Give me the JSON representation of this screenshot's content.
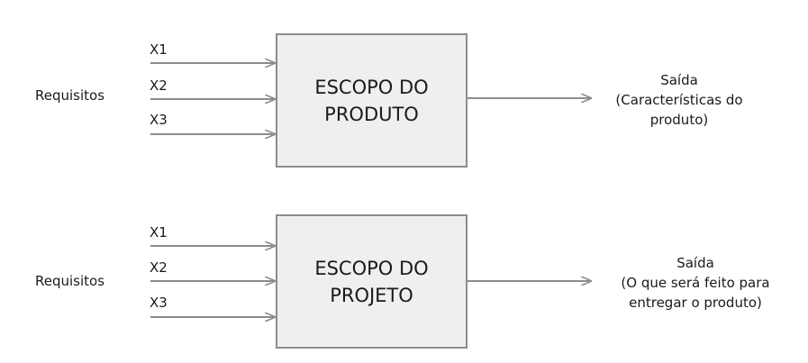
{
  "colors": {
    "arrow": "#8c8c8c",
    "box_fill": "#efefef",
    "box_border": "#8c8c8c",
    "text": "#1a1a1a"
  },
  "diagrams": [
    {
      "requirements_label": "Requisitos",
      "inputs": [
        "X1",
        "X2",
        "X3"
      ],
      "box_lines": [
        "ESCOPO DO",
        "PRODUTO"
      ],
      "output_lines": [
        "Saída",
        "(Características do",
        "produto)"
      ]
    },
    {
      "requirements_label": "Requisitos",
      "inputs": [
        "X1",
        "X2",
        "X3"
      ],
      "box_lines": [
        "ESCOPO DO",
        "PROJETO"
      ],
      "output_lines": [
        "Saída",
        "(O que será feito para",
        "entregar o produto)"
      ]
    }
  ]
}
